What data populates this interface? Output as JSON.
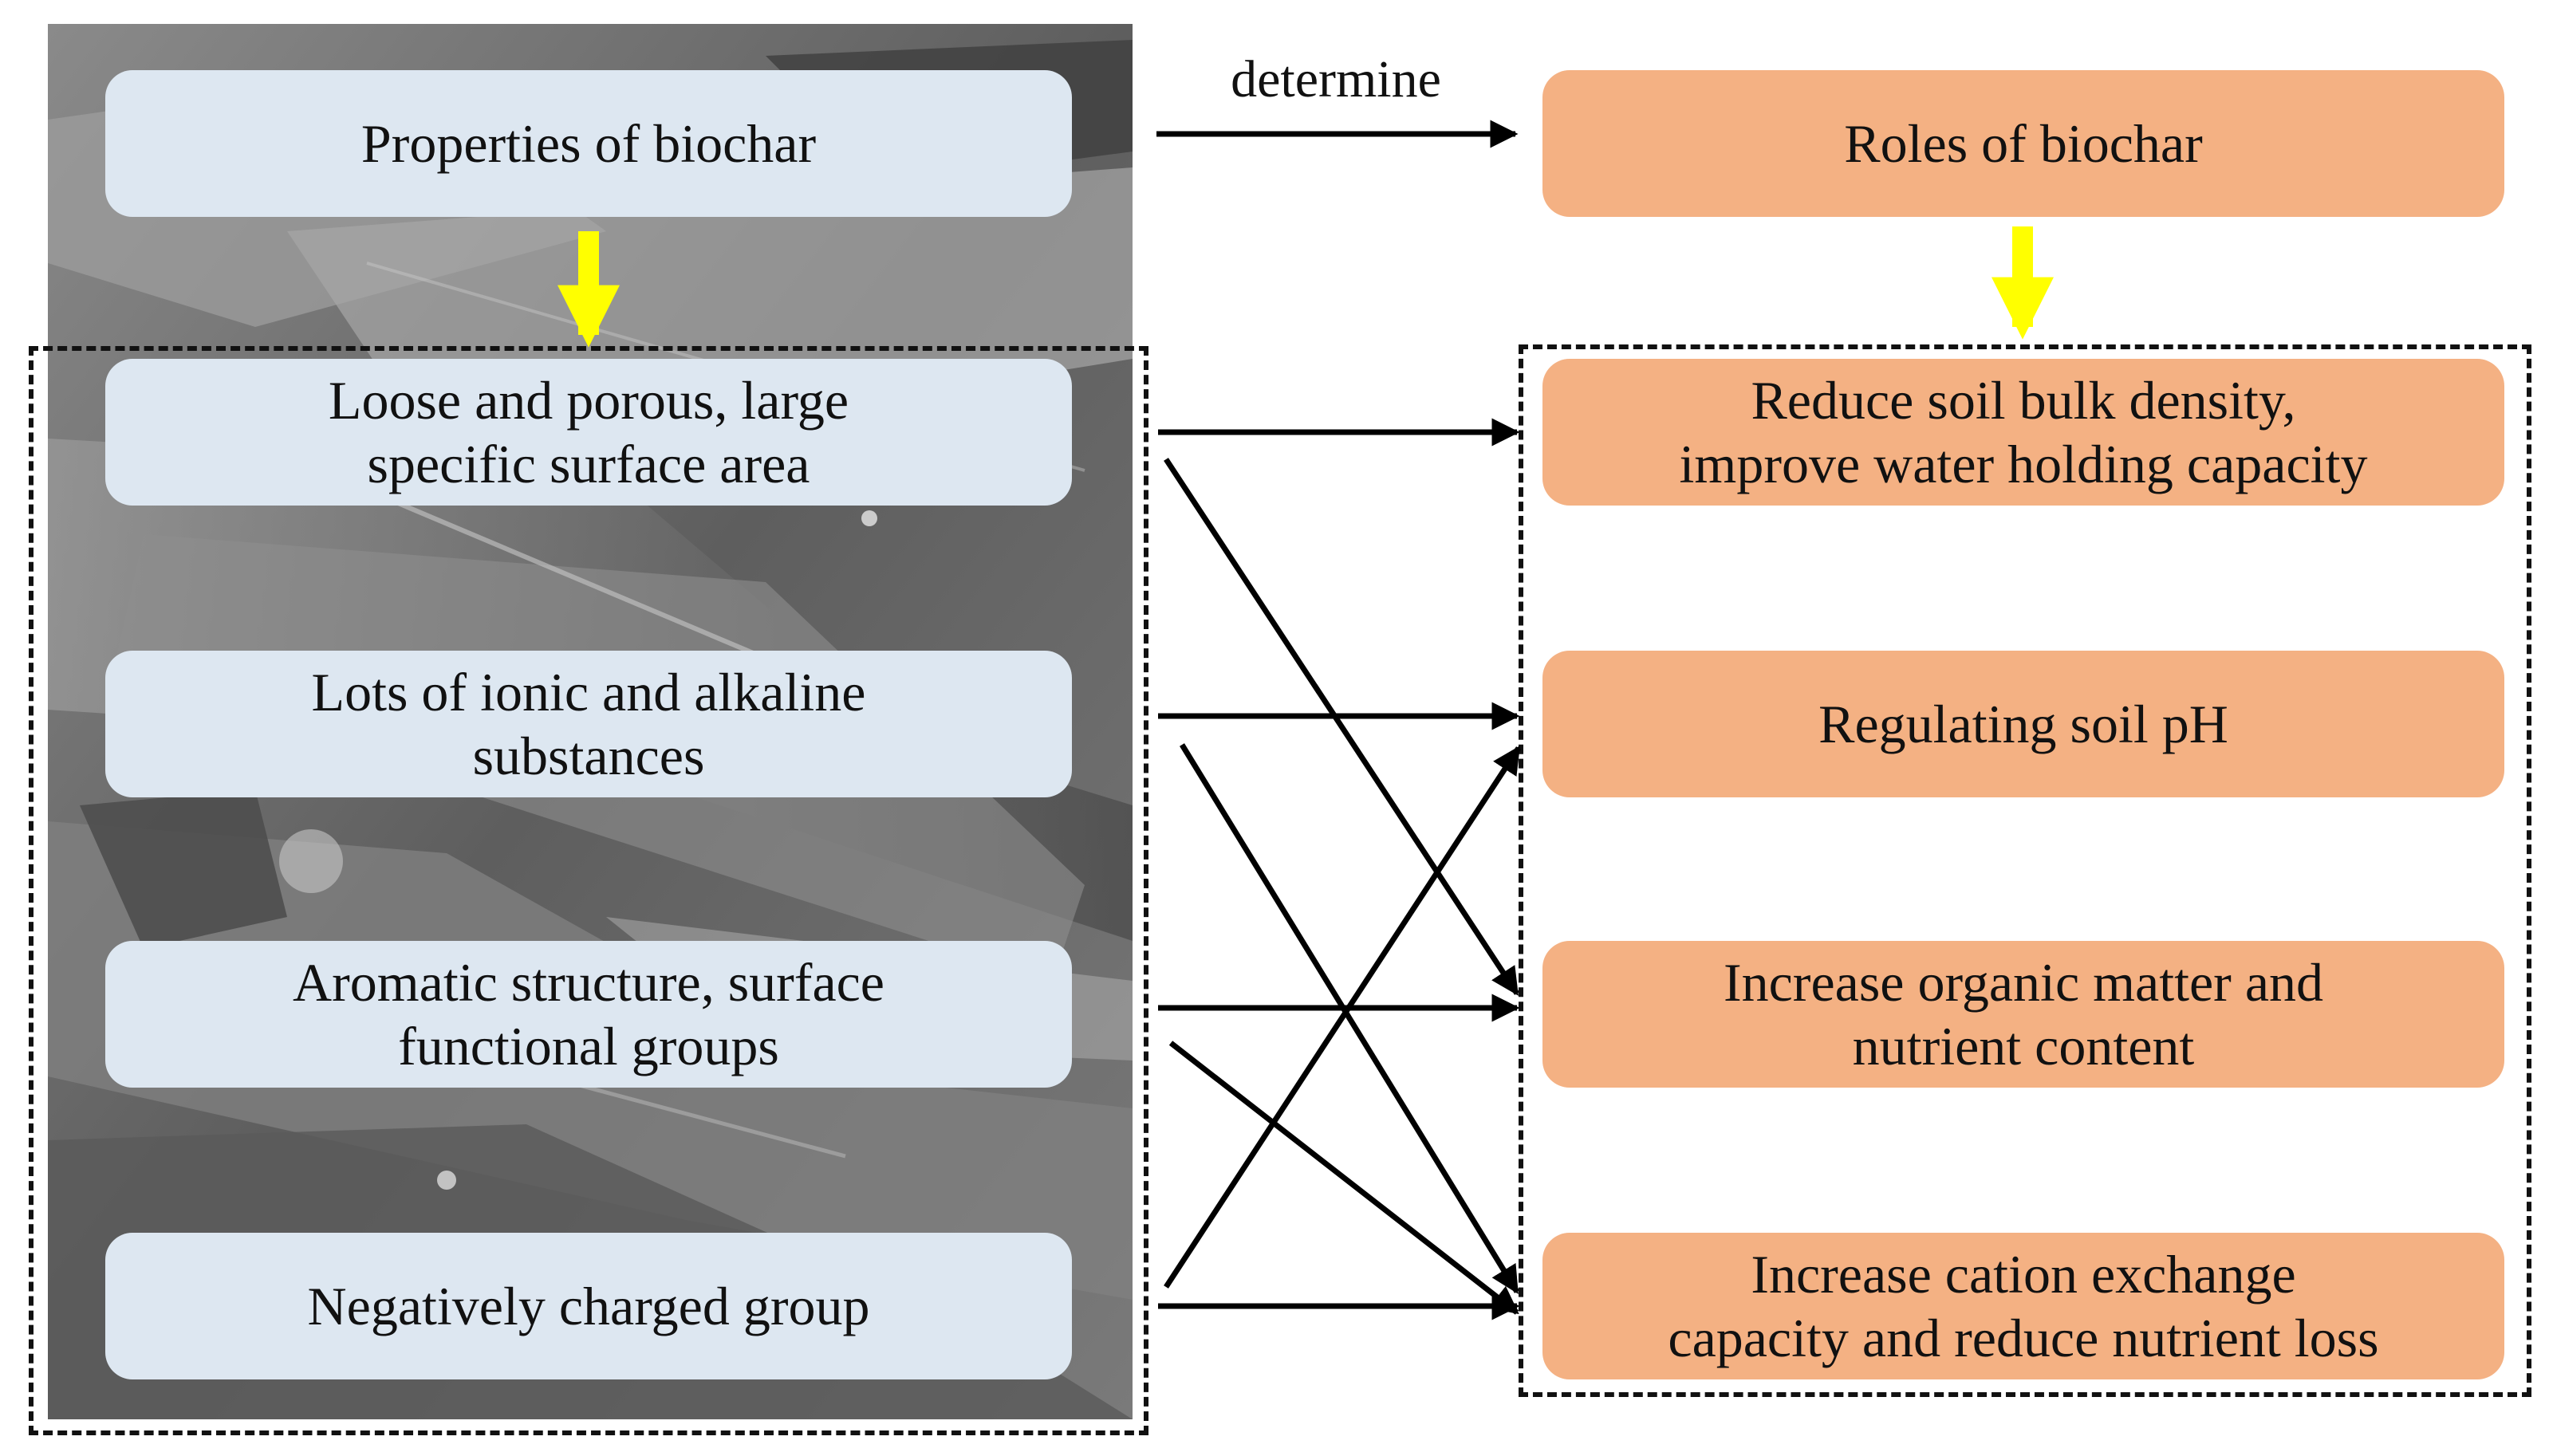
{
  "left_header": "Properties of biochar",
  "right_header": "Roles of biochar",
  "edge_label": "determine",
  "properties": [
    "Loose and porous, large\nspecific surface area",
    "Lots of ionic and alkaline\nsubstances",
    "Aromatic structure, surface\nfunctional groups",
    "Negatively charged group"
  ],
  "roles": [
    "Reduce soil bulk density,\nimprove water holding capacity",
    "Regulating soil pH",
    "Increase organic matter and\nnutrient content",
    "Increase cation exchange\ncapacity and reduce nutrient loss"
  ],
  "colors": {
    "property_box": "#dde7f1",
    "role_box": "#f4b183",
    "down_arrow": "#ffff00",
    "arrow": "#000000"
  }
}
